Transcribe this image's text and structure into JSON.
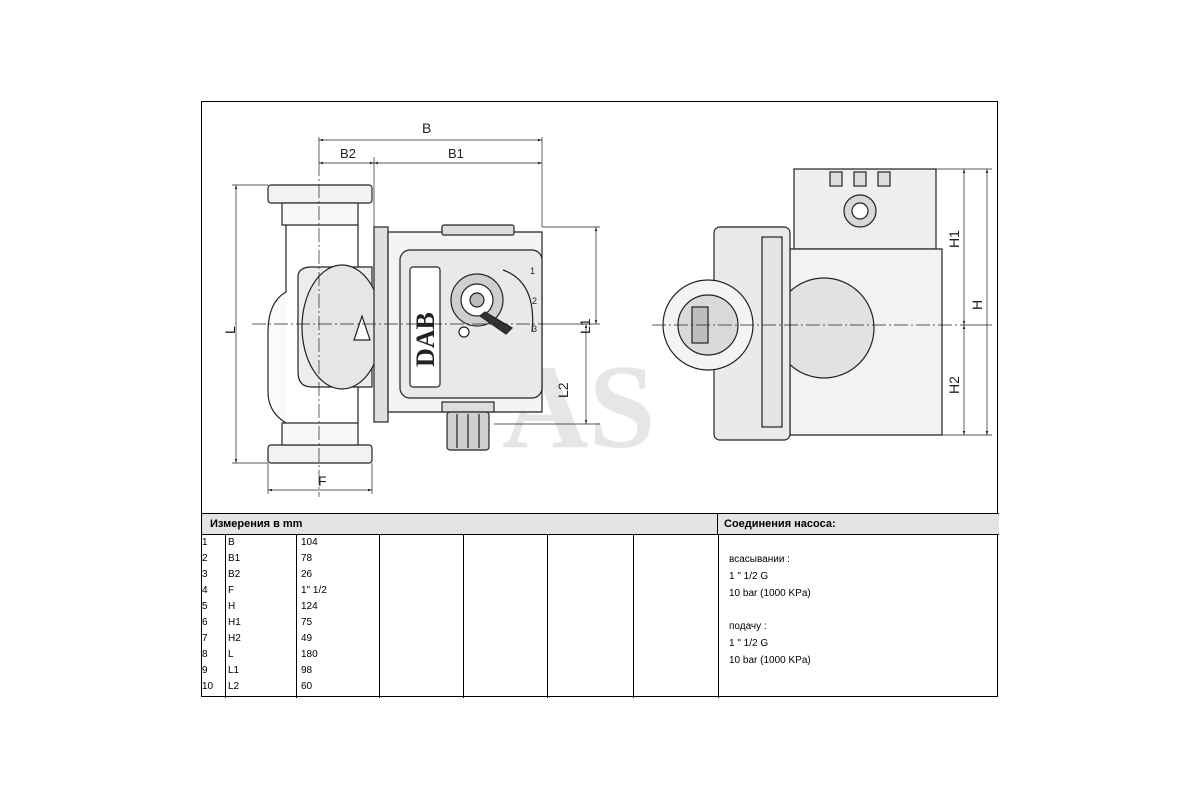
{
  "drawing": {
    "dim_labels": {
      "B": "B",
      "B1": "B1",
      "B2": "B2",
      "F": "F",
      "L": "L",
      "L1": "L1",
      "L2": "L2",
      "H": "H",
      "H1": "H1",
      "H2": "H2"
    },
    "brand_text": "DAB",
    "speed_marks": [
      "1",
      "2",
      "3"
    ],
    "watermark": "AS"
  },
  "table": {
    "dimensions_header": "Измерения в  mm",
    "connections_header": "Соединения насоса:",
    "rows": [
      {
        "idx": "1",
        "code": "B",
        "value": "104"
      },
      {
        "idx": "2",
        "code": "B1",
        "value": "78"
      },
      {
        "idx": "3",
        "code": "B2",
        "value": "26"
      },
      {
        "idx": "4",
        "code": "F",
        "value": "1\" 1/2"
      },
      {
        "idx": "5",
        "code": "H",
        "value": "124"
      },
      {
        "idx": "6",
        "code": "H1",
        "value": "75"
      },
      {
        "idx": "7",
        "code": "H2",
        "value": "49"
      },
      {
        "idx": "8",
        "code": "L",
        "value": "180"
      },
      {
        "idx": "9",
        "code": "L1",
        "value": "98"
      },
      {
        "idx": "10",
        "code": "L2",
        "value": "60"
      }
    ],
    "suction": {
      "label": "всасывании :",
      "thread": "1 \" 1/2 G",
      "pressure": "10 bar (1000 KPa)"
    },
    "discharge": {
      "label": "подачу  :",
      "thread": "1 \" 1/2 G",
      "pressure": "10 bar (1000 KPa)"
    }
  }
}
